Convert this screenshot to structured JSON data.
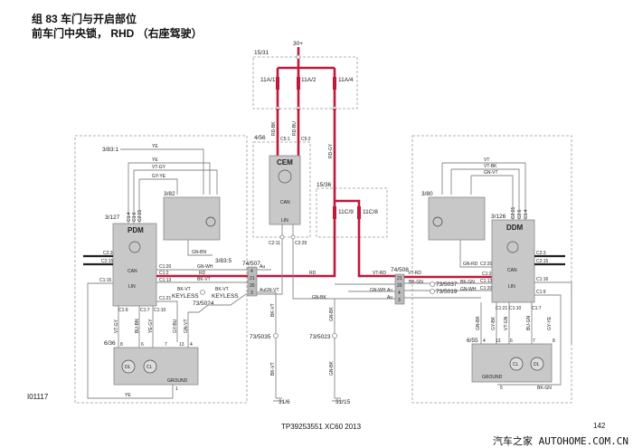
{
  "header": {
    "line1": "组 83 车门与开启部位",
    "line2": "前车门中央锁， RHD （右座驾驶）"
  },
  "colors": {
    "power_wire": "#c0183a",
    "signal_wire": "#888888",
    "module_fill": "#c8c8c8"
  },
  "center": {
    "supply": "30+",
    "fusebox": "15/31",
    "fuses": [
      "11A/1",
      "11A/2",
      "11A/4"
    ],
    "wires": [
      "RD-BK",
      "RD-BU",
      "RD-GY"
    ],
    "cem_ref": "4/56",
    "cem": "CEM",
    "cem_pins": [
      "C5:1",
      "C5:2",
      "C2:11",
      "C2:29"
    ],
    "fusebox2": "15/36",
    "fuses2": [
      "11C/9",
      "11C/8"
    ],
    "can": "CAN",
    "lin": "LIN"
  },
  "left": {
    "ref_out1": "3/83:1",
    "ref_out2": "3/83:5",
    "wire_ye": "YE",
    "wire_vtgy": "VT-GY",
    "wire_gyye": "GY-YE",
    "wire_gnbn": "GN-BN",
    "switch_ref": "3/82",
    "pdm_ref": "3/127",
    "pdm": "PDM",
    "pins_top": [
      "C1:4",
      "C1:6",
      "C2:21"
    ],
    "pins_left": [
      "C2:3",
      "C2:15",
      "C1:15"
    ],
    "pins_right": [
      "C1:20",
      "C1:2",
      "C1:13",
      "C1:21"
    ],
    "wire_gnwh": "GN-WH",
    "wire_rd": "RD",
    "wire_bkvt": "BK-VT",
    "keyless": "KEYLESS",
    "splice": "73/5024",
    "pins_bottom": [
      "C1:9",
      "C1:7",
      "C1:10"
    ],
    "motor_wires": [
      "VT-GY",
      "BU-BN",
      "YE-GY",
      "GY-BU",
      "GN-VT"
    ],
    "motor_ref": "6/36",
    "motor_pins": [
      "8",
      "6",
      "7",
      "13",
      "4",
      "1"
    ],
    "motor_dl": "DL",
    "motor_cl": "CL",
    "ground_label": "GROUND",
    "wire_bottom": "YE"
  },
  "connectors": {
    "c507": "74/507",
    "c507_pins": [
      "4",
      "21",
      "20",
      "3"
    ],
    "c507_wire": "GN-VT",
    "c508": "74/508",
    "c508_pins": [
      "21",
      "20",
      "4",
      "3"
    ],
    "c508_wire": "VT-RD",
    "c508_gnwh": "GN-WH",
    "au": "Au",
    "wire_gnbk": "GN-BK"
  },
  "grounds": {
    "splice1": "73/5035",
    "splice2": "73/5023",
    "wire1": "BK-VT",
    "wire2": "GN-BK",
    "gnd1": "31/6",
    "gnd2": "31/15"
  },
  "right": {
    "wire_vt": "VT",
    "wire_vtbk": "VT-BK",
    "wire_gnvt": "GN-VT",
    "wire_gnrd": "GN-RD",
    "switch_ref": "3/80",
    "ddm_ref": "3/126",
    "ddm": "DDM",
    "pins_top": [
      "C2:21",
      "C2:6",
      "C1:4"
    ],
    "pins_right": [
      "C2:3",
      "C2:15",
      "C1:16",
      "C1:9"
    ],
    "pins_left": [
      "C2:20",
      "C1:2",
      "C1:13",
      "C1:20"
    ],
    "splice1": "73/5037",
    "splice2": "73/5019",
    "wire_bkgn": "BK-GN",
    "pins_bottom": [
      "C1:21",
      "C1:10",
      "C1:7"
    ],
    "motor_wires": [
      "GN-BK",
      "GY-BK",
      "VT-GN",
      "BU-GN",
      "GY-YE"
    ],
    "motor_ref": "6/55",
    "motor_pins": [
      "4",
      "13",
      "6",
      "7",
      "8",
      "5"
    ],
    "motor_cl": "CL",
    "motor_dl": "DL",
    "ground_label": "GROUND",
    "wire_bottom": "BK-GN"
  },
  "footer": {
    "diagram_id": "I01117",
    "doc": "TP39253551 XC60 2013",
    "page": "142",
    "watermark": "汽车之家 AUTOHOME.COM.CN"
  }
}
